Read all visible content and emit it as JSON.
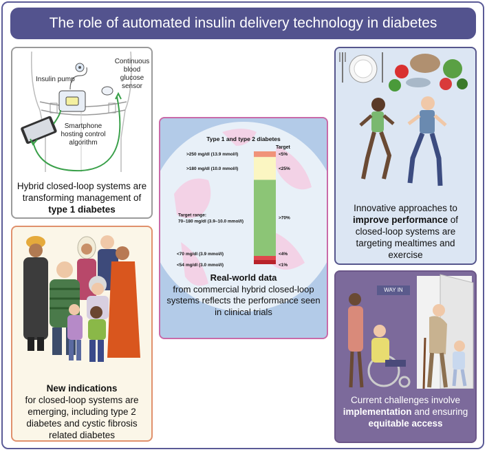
{
  "title": "The role of automated insulin delivery technology in diabetes",
  "panel_hybrid": {
    "label_pump": "Insulin pump",
    "label_sensor": "Continuous blood glucose sensor",
    "label_phone": "Smartphone hosting control algorithm",
    "caption_pre": "Hybrid closed-loop systems are transforming management of",
    "caption_bold": "type 1 diabetes"
  },
  "panel_indications": {
    "caption_bold": "New indications",
    "caption_rest": "for closed-loop systems are emerging, including type 2 diabetes and cystic fibrosis related diabetes"
  },
  "panel_realworld": {
    "caption_bold": "Real-world data",
    "caption_rest": "from commercial hybrid closed-loop systems reflects the performance seen in clinical trials"
  },
  "panel_performance": {
    "caption_pre": "Innovative approaches to",
    "caption_bold": "improve performance",
    "caption_post": "of closed-loop systems are targeting mealtimes and exercise"
  },
  "panel_challenges": {
    "sign": "WAY IN",
    "caption_pre": "Current challenges involve",
    "caption_bold1": "implementation",
    "caption_mid": "and ensuring",
    "caption_bold2": "equitable access"
  },
  "chart_data": {
    "type": "bar",
    "title": "Type 1 and type 2 diabetes",
    "target_header": "Target",
    "segments": [
      {
        "label": ">250 mg/dl (13.9 mmol/l)",
        "target": "<5%",
        "value": 5,
        "color": "#f0937a"
      },
      {
        "label": ">180 mg/dl (10.0 mmol/l)",
        "target": "<25%",
        "value": 20,
        "color": "#fbf6c2"
      },
      {
        "label": "Target range:",
        "label2": "70–180 mg/dl (3.9–10.0 mmol/l)",
        "target": ">70%",
        "value": 70,
        "color": "#8cc576"
      },
      {
        "label": "<70 mg/dl (3.9 mmol/l)",
        "target": "<4%",
        "value": 3,
        "color": "#e0474c"
      },
      {
        "label": "<54 mg/dl (3.0 mmol/l)",
        "target": "<1%",
        "value": 1,
        "color": "#b8222a"
      }
    ]
  }
}
